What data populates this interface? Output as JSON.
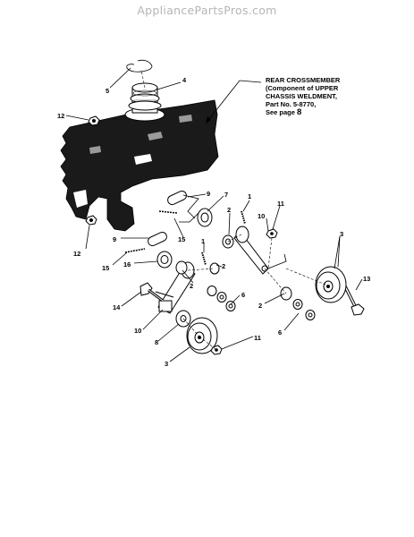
{
  "header": {
    "site": "AppliancePartsPros.com"
  },
  "callout": {
    "line1": "REAR CROSSMEMBER",
    "line2": "(Component of UPPER",
    "line3": "CHASSIS WELDMENT,",
    "line4": "Part No. 5-8770,",
    "line5": "See page",
    "page": "8"
  },
  "labels": {
    "l1a": "1",
    "l1b": "1",
    "l2a": "2",
    "l2b": "2",
    "l2c": "2",
    "l2d": "2",
    "l3a": "3",
    "l3b": "3",
    "l4": "4",
    "l5": "5",
    "l6a": "6",
    "l6b": "6",
    "l7": "7",
    "l8": "8",
    "l9a": "9",
    "l9b": "9",
    "l10a": "10",
    "l10b": "10",
    "l11a": "11",
    "l11b": "11",
    "l12a": "12",
    "l12b": "12",
    "l13": "13",
    "l14": "14",
    "l15a": "15",
    "l15b": "15",
    "l16": "16"
  }
}
